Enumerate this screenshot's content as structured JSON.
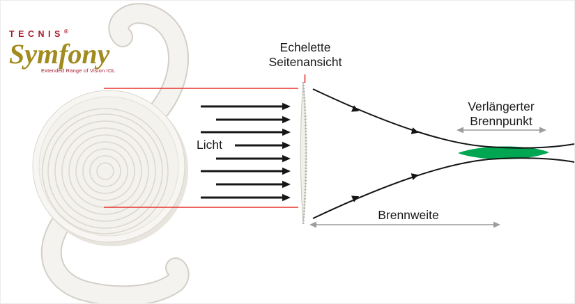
{
  "brand": {
    "name": "TECNIS",
    "registered_mark": "®",
    "product": "Symfony",
    "tagline": "Extended Range of Vision IOL"
  },
  "labels": {
    "echelette_line1": "Echelette",
    "echelette_line2": "Seitenansicht",
    "light": "Licht",
    "extended_focus_line1": "Verlängerter",
    "extended_focus_line2": "Brennpunkt",
    "focal_length": "Brennweite"
  },
  "colors": {
    "brand_red": "#a6192e",
    "brand_gold": "#a18a1e",
    "reference_line_red": "#e8312a",
    "light_arrow_black": "#161616",
    "ray_black": "#141414",
    "dimension_arrow_gray": "#9c9c9c",
    "extended_focus_green": "#00a651",
    "lens_body": "#f8f6f2"
  }
}
